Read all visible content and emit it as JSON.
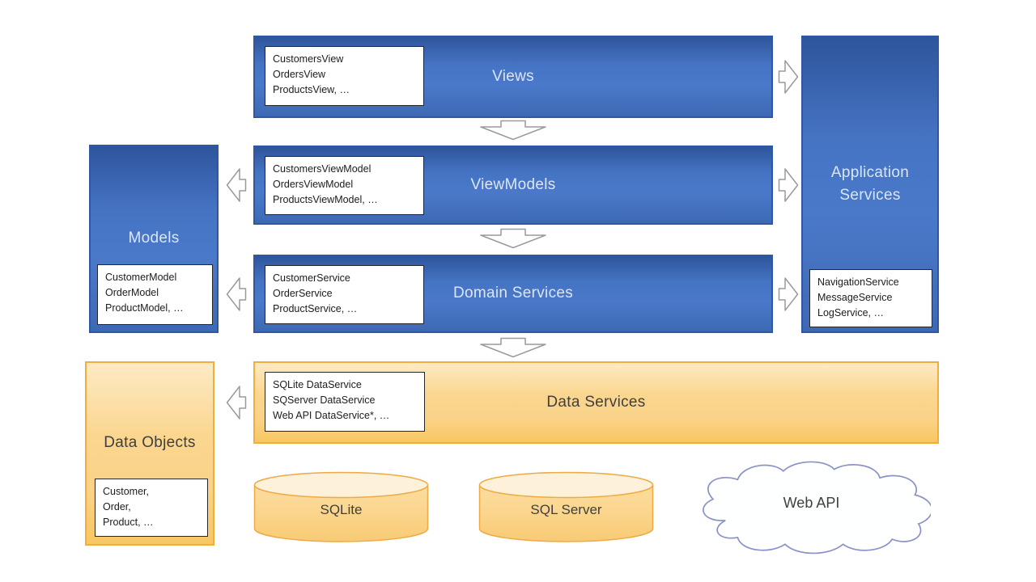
{
  "layers": {
    "views": {
      "title": "Views",
      "items": [
        "CustomersView",
        "OrdersView",
        "ProductsView, …"
      ]
    },
    "viewmodels": {
      "title": "ViewModels",
      "items": [
        "CustomersViewModel",
        "OrdersViewModel",
        "ProductsViewModel, …"
      ]
    },
    "domain_services": {
      "title": "Domain Services",
      "items": [
        "CustomerService",
        "OrderService",
        "ProductService, …"
      ]
    },
    "data_services": {
      "title": "Data Services",
      "items": [
        "SQLite DataService",
        "SQServer DataService",
        "Web API DataService*, …"
      ]
    }
  },
  "side_panels": {
    "models": {
      "title": "Models",
      "items": [
        "CustomerModel",
        "OrderModel",
        "ProductModel, …"
      ]
    },
    "application_services": {
      "title": "Application Services",
      "items": [
        "NavigationService",
        "MessageService",
        "LogService, …"
      ]
    },
    "data_objects": {
      "title": "Data Objects",
      "items": [
        "Customer,",
        "Order,",
        "Product, …"
      ]
    }
  },
  "storage": {
    "sqlite": {
      "label": "SQLite"
    },
    "sql_server": {
      "label": "SQL Server"
    },
    "web_api": {
      "label": "Web API"
    }
  },
  "colors": {
    "blue_fill": "#4674c4",
    "blue_border": "#2d59a4",
    "blue_title_text": "#dae6f8",
    "orange_fill": "#fbd68f",
    "orange_border": "#f1ae3a",
    "dark_title_text": "#3f3f3f",
    "list_text": "#1c1c1c",
    "arrow_stroke": "#9a9a9a",
    "cloud_stroke": "#8a92c8",
    "cylinder_stroke": "#edaa45"
  }
}
